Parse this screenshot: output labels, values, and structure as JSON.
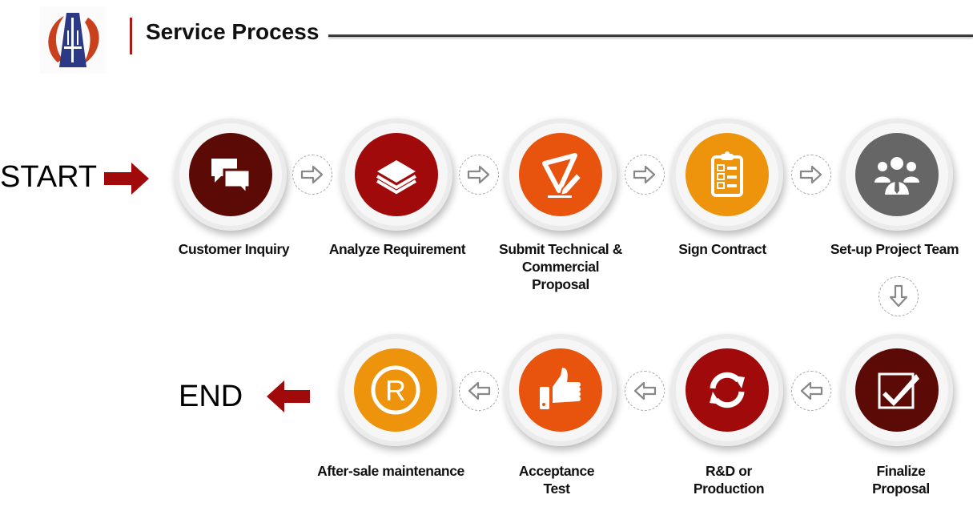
{
  "header": {
    "title": "Service Process",
    "logo": "company-logo"
  },
  "markers": {
    "start": "START",
    "end": "END"
  },
  "colors": {
    "dark_maroon": "#5c0a06",
    "crimson": "#a00a0a",
    "orange": "#e8540e",
    "amber": "#ee930c",
    "gray": "#666666",
    "arrow_red": "#a00a0a"
  },
  "steps": [
    {
      "label": "Customer Inquiry",
      "icon": "chat-bubbles-icon",
      "color": "#5c0a06"
    },
    {
      "label": "Analyze Requirement",
      "icon": "layers-icon",
      "color": "#a00a0a"
    },
    {
      "label": "Submit Technical & Commercial Proposal",
      "icon": "ruler-pencil-icon",
      "color": "#e8540e"
    },
    {
      "label": "Sign Contract",
      "icon": "clipboard-checklist-icon",
      "color": "#ee930c"
    },
    {
      "label": "Set-up Project Team",
      "icon": "team-icon",
      "color": "#666666"
    },
    {
      "label": "Finalize Proposal",
      "icon": "checkbox-icon",
      "color": "#5c0a06"
    },
    {
      "label": "R&D or Production",
      "icon": "refresh-icon",
      "color": "#a00a0a"
    },
    {
      "label": "Acceptance Test",
      "icon": "thumbs-up-icon",
      "color": "#e8540e"
    },
    {
      "label": "After-sale maintenance",
      "icon": "registered-icon",
      "color": "#ee930c"
    }
  ]
}
